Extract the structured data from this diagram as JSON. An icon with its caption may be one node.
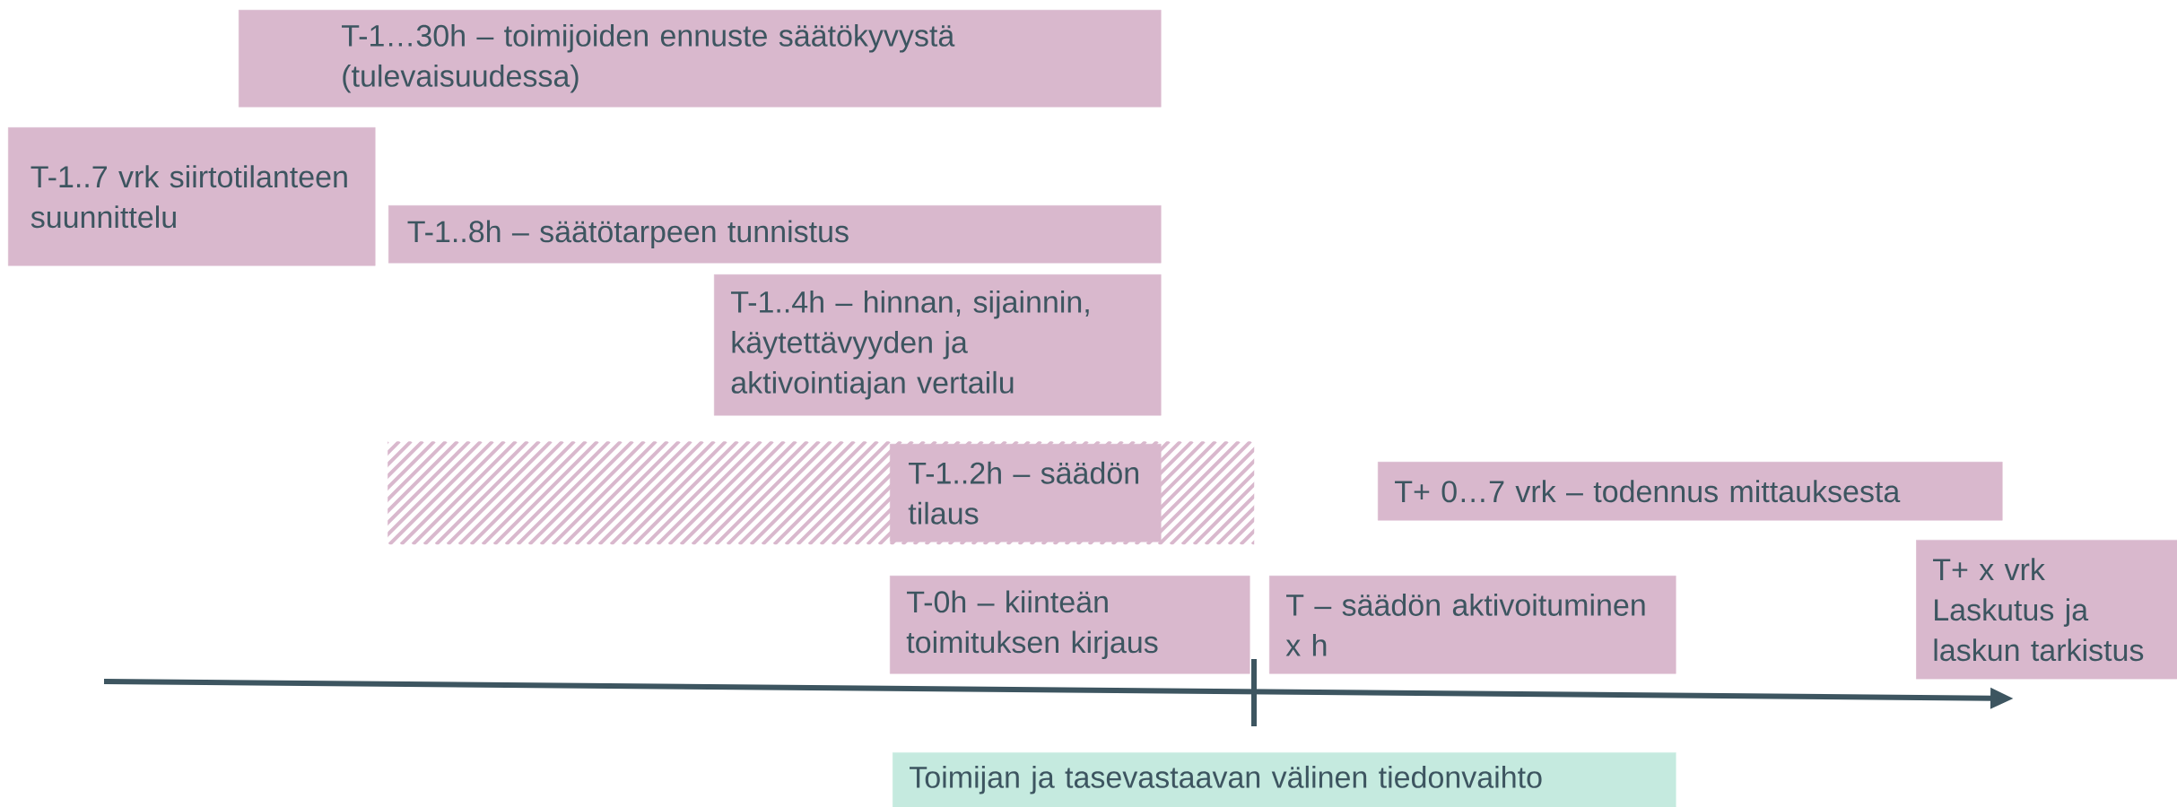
{
  "diagram": {
    "nodes": [
      {
        "text": [
          "T-1…30h – toimijoiden ennuste säätökyvystä (tulevaisuudessa)"
        ]
      },
      {
        "text": [
          "T-1..7 vrk siirtotilanteen suunnittelu"
        ]
      },
      {
        "text": [
          "T-1..8h – säätötarpeen tunnistus"
        ]
      },
      {
        "text": [
          "T-1..4h – hinnan, sijainnin, käytettävyyden ja aktivointiajan vertailu"
        ]
      },
      {
        "text": [],
        "shape": "bar"
      },
      {
        "text": [
          "T-1..2h – säädön tilaus"
        ],
        "in": 4
      },
      {
        "text": [
          "T+ 0…7 vrk – todennus mittauksesta"
        ]
      },
      {
        "text": [
          "T-0h – kiinteän toimituksen kirjaus"
        ]
      },
      {
        "text": [
          "T – säädön aktivoituminen x h"
        ]
      },
      {
        "text": [
          "T+ x vrk Laskutus ja laskun tarkistus"
        ]
      },
      {
        "text": [
          "Toimijan ja tasevastaavan välinen tiedonvaihto"
        ]
      }
    ]
  }
}
